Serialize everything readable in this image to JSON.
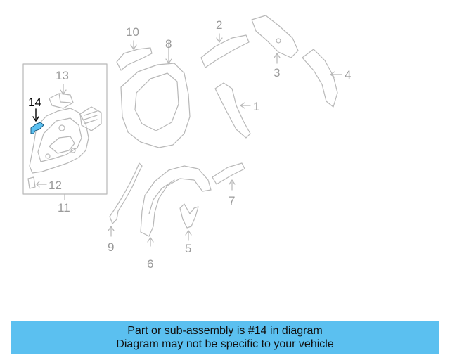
{
  "diagram": {
    "highlight_color": "#5bc0f0",
    "line_color": "#b8b8b8",
    "callouts": {
      "c1": "1",
      "c2": "2",
      "c3": "3",
      "c4": "4",
      "c5": "5",
      "c6": "6",
      "c7": "7",
      "c8": "8",
      "c9": "9",
      "c10": "10",
      "c11": "11",
      "c12": "12",
      "c13": "13",
      "c14": "14"
    },
    "highlighted_part": "14"
  },
  "banner": {
    "line1": "Part or sub-assembly is #14 in diagram",
    "line2": "Diagram may not be specific to your vehicle",
    "background": "#5bc0f0"
  }
}
